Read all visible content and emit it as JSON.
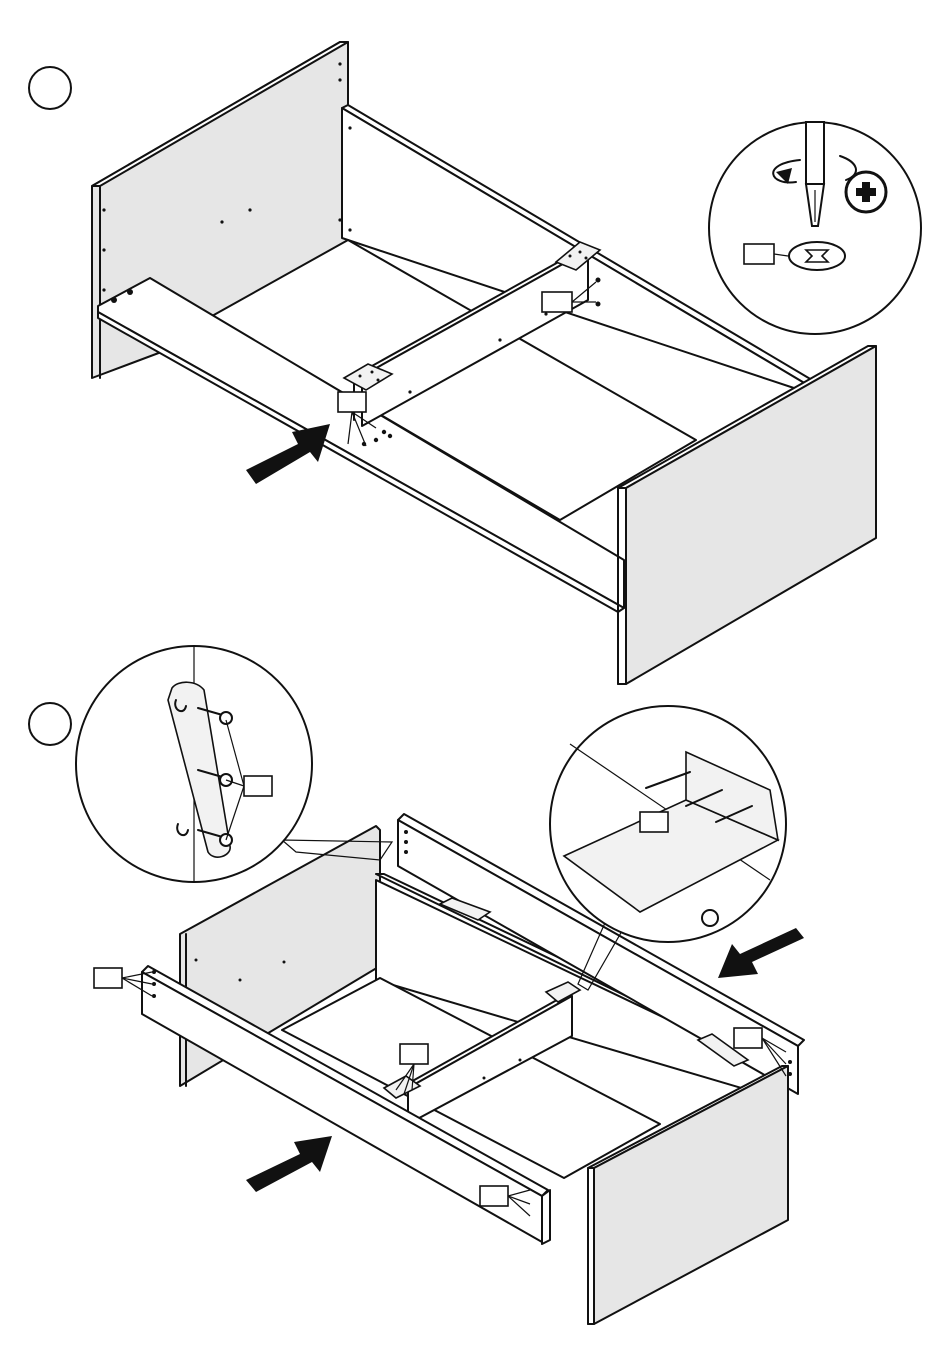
{
  "colors": {
    "ink": "#111111",
    "panel": "#e6e6e6",
    "edge": "#ffffff"
  },
  "steps": [
    {
      "number": "",
      "icons": [
        "step-circle",
        "insertion-arrow",
        "screwdriver-icon",
        "phillips-plus-icon",
        "rotation-arrow-icon",
        "cam-lock-icon"
      ],
      "part_label": ""
    },
    {
      "number": "",
      "icons": [
        "step-circle",
        "insertion-arrow",
        "screw-icon",
        "corner-bracket-icon"
      ],
      "part_label": ""
    }
  ]
}
